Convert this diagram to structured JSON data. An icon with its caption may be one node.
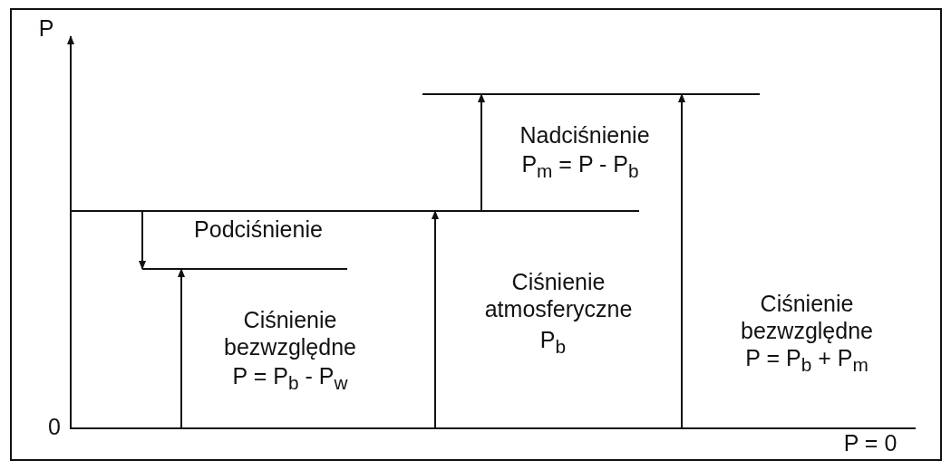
{
  "diagram": {
    "labels": [
      "P",
      "Nadciśnienie",
      "P$_{m}$ = P - P$_{b}$",
      "Podciśnienie",
      "Ciśnienie bezwzględne",
      "Ciśnienie atmosferyczne",
      "Ciśnienie bezwzględne",
      "P = P$_{b}$ - P$_{w}$",
      "P$_{b}$",
      "P = P$_{b}$ + P$_{m}$",
      "0",
      "P = 0"
    ]
  }
}
